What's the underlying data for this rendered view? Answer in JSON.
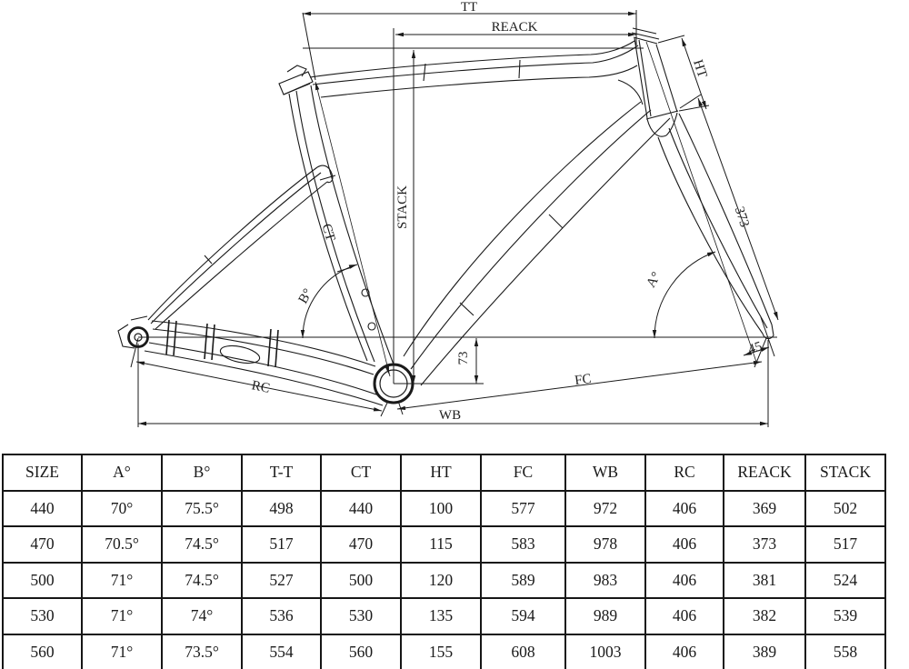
{
  "diagram": {
    "labels": {
      "tt": "TT",
      "reack": "REACK",
      "ht": "HT",
      "stack": "STACK",
      "ct": "CT",
      "angle_a": "A°",
      "angle_b": "B°",
      "bb_drop": "73",
      "fork_length": "373",
      "fork_rake": "45",
      "rc": "RC",
      "fc": "FC",
      "wb": "WB"
    }
  },
  "table": {
    "headers": [
      "SIZE",
      "A°",
      "B°",
      "T-T",
      "CT",
      "HT",
      "FC",
      "WB",
      "RC",
      "REACK",
      "STACK"
    ],
    "rows": [
      [
        "440",
        "70°",
        "75.5°",
        "498",
        "440",
        "100",
        "577",
        "972",
        "406",
        "369",
        "502"
      ],
      [
        "470",
        "70.5°",
        "74.5°",
        "517",
        "470",
        "115",
        "583",
        "978",
        "406",
        "373",
        "517"
      ],
      [
        "500",
        "71°",
        "74.5°",
        "527",
        "500",
        "120",
        "589",
        "983",
        "406",
        "381",
        "524"
      ],
      [
        "530",
        "71°",
        "74°",
        "536",
        "530",
        "135",
        "594",
        "989",
        "406",
        "382",
        "539"
      ],
      [
        "560",
        "71°",
        "73.5°",
        "554",
        "560",
        "155",
        "608",
        "1003",
        "406",
        "389",
        "558"
      ]
    ]
  },
  "colors": {
    "line": "#1a1a1a",
    "background": "#ffffff"
  }
}
